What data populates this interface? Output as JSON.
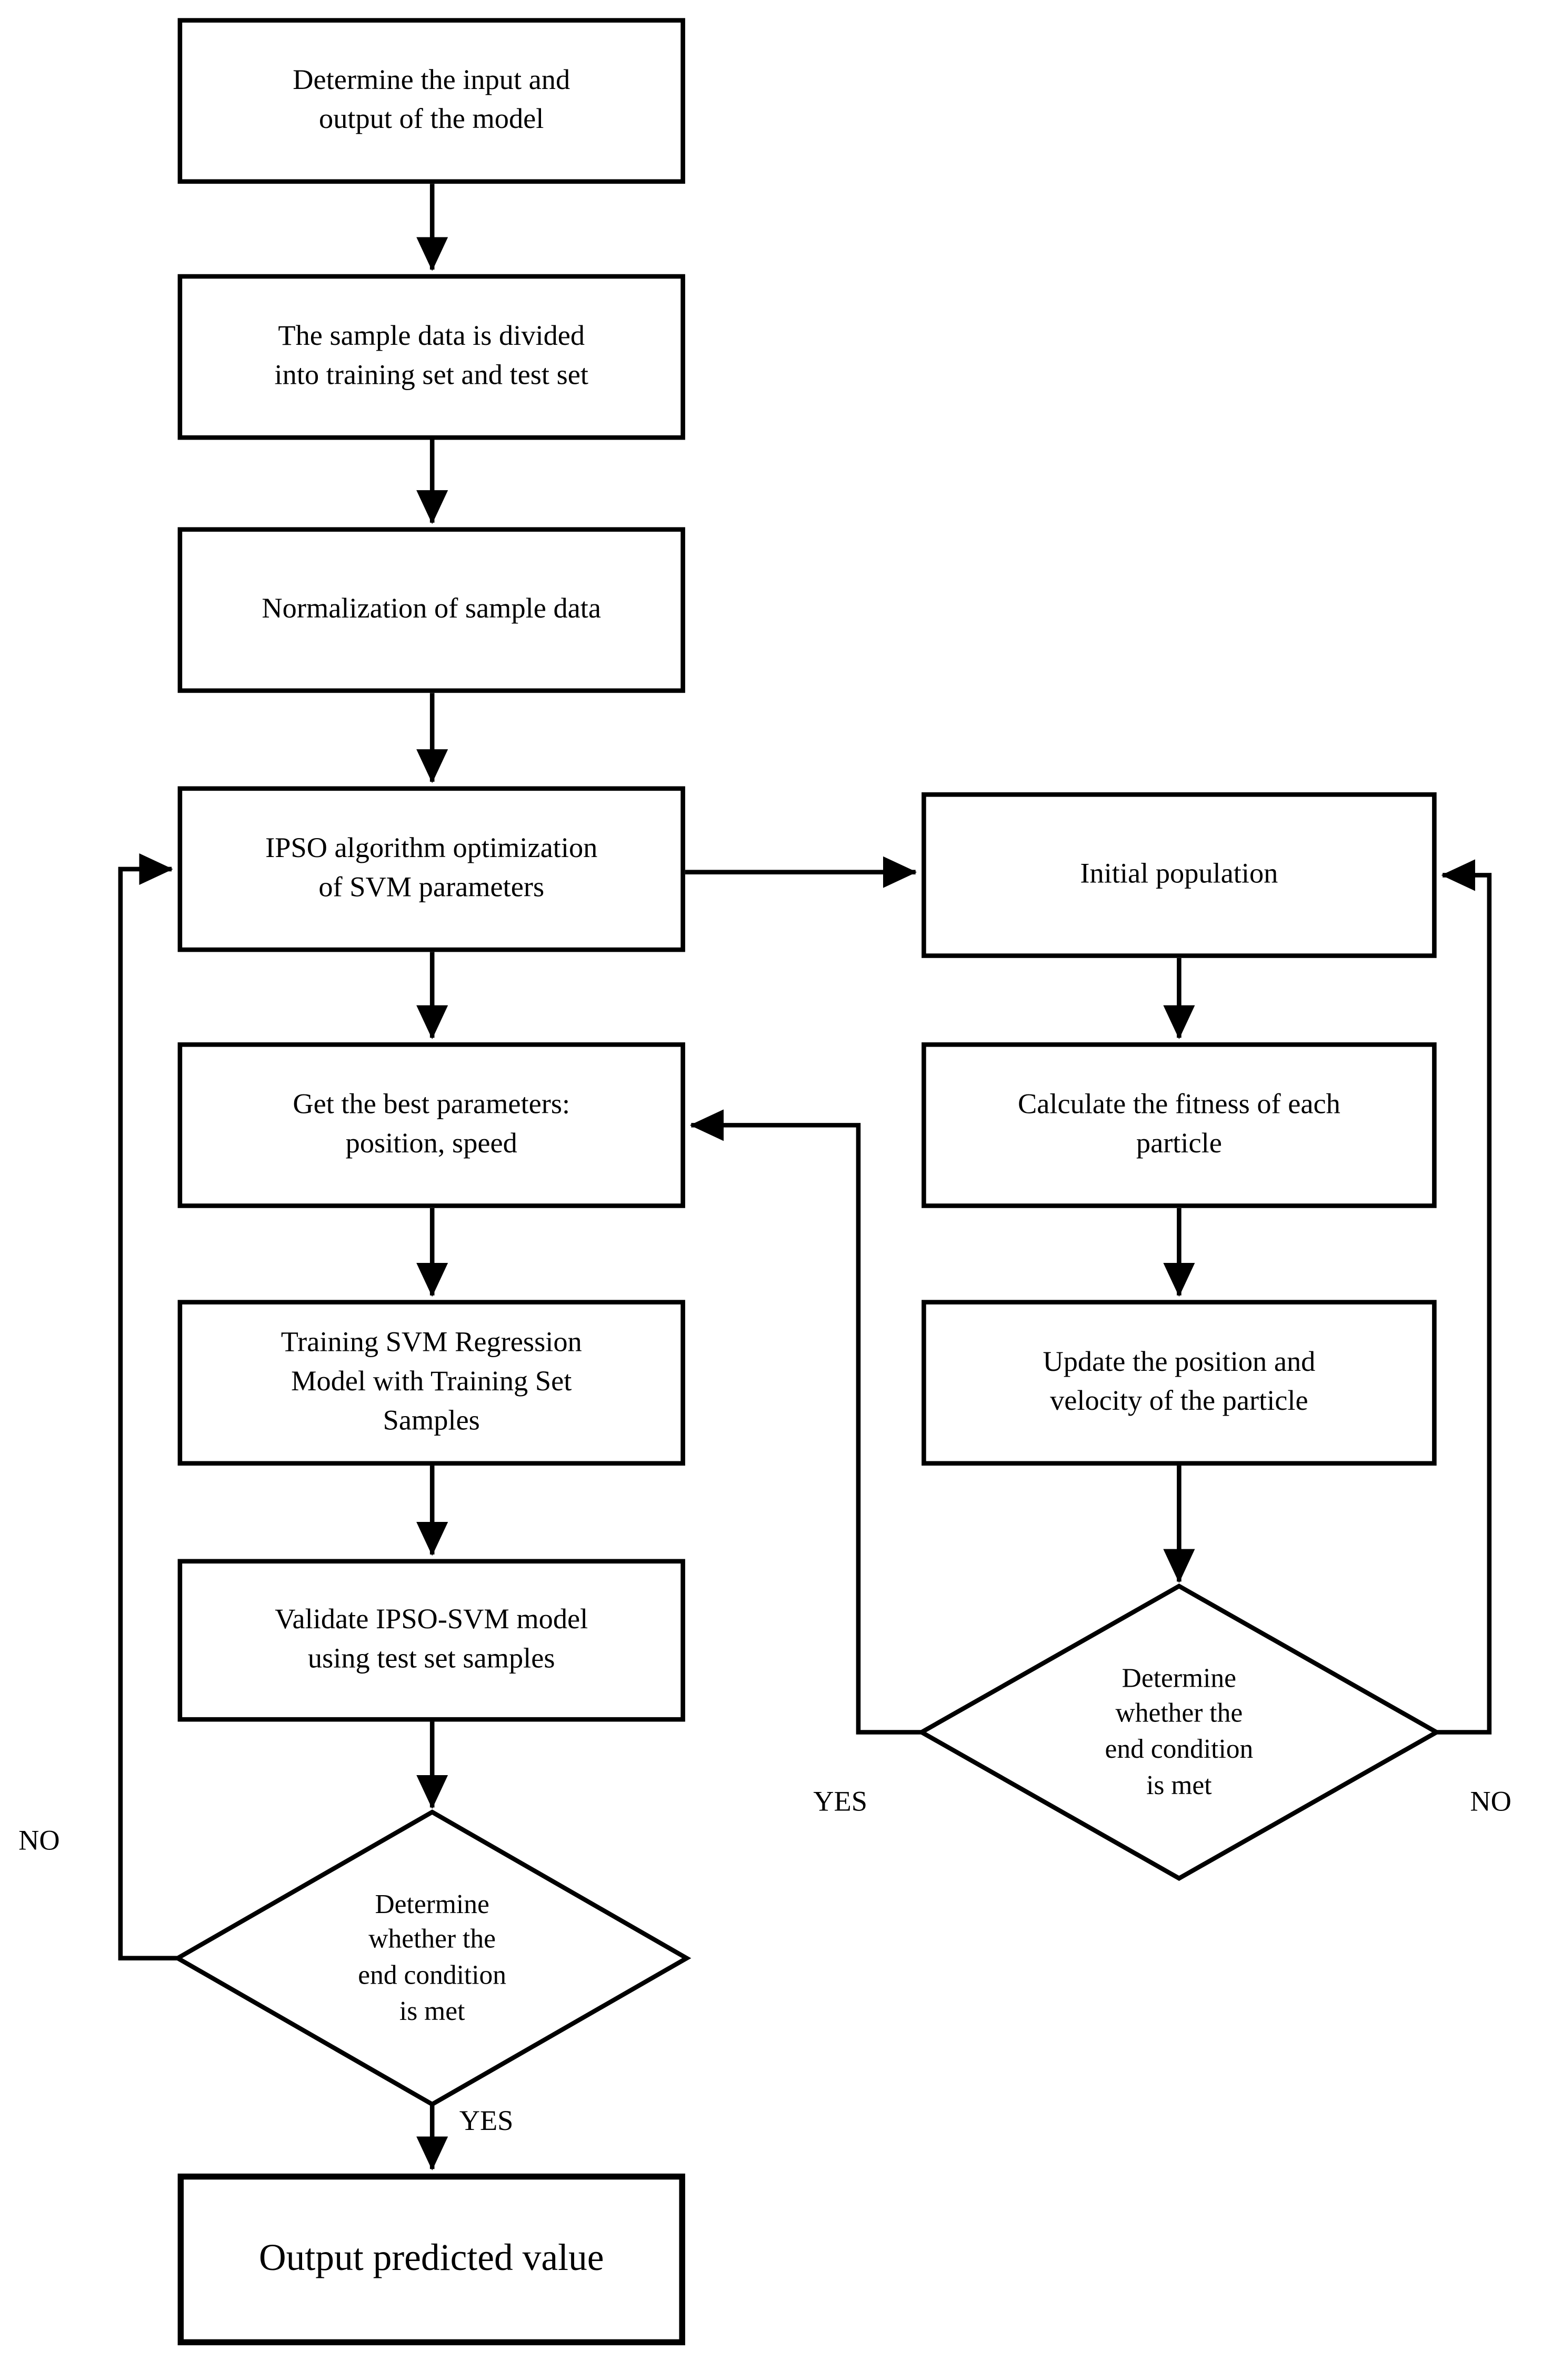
{
  "nodes": {
    "left": [
      {
        "label": "Determine the input and\noutput of the model"
      },
      {
        "label": "The sample data is divided\ninto training set and test set"
      },
      {
        "label": "Normalization of sample data"
      },
      {
        "label": "IPSO algorithm optimization\nof SVM parameters"
      },
      {
        "label": "Get the best parameters:\nposition, speed"
      },
      {
        "label": "Training SVM Regression\nModel with Training Set\nSamples"
      },
      {
        "label": "Validate IPSO-SVM model\nusing test set samples"
      }
    ],
    "left_decision": {
      "label": "Determine\nwhether the\nend condition\nis met"
    },
    "output": {
      "label": "Output predicted value"
    },
    "right": [
      {
        "label": "Initial population"
      },
      {
        "label": "Calculate the fitness of each\nparticle"
      },
      {
        "label": "Update the position and\nvelocity of the particle"
      }
    ],
    "right_decision": {
      "label": "Determine\nwhether the\nend condition\nis met"
    }
  },
  "branch_labels": {
    "left_no": "NO",
    "left_yes": "YES",
    "right_yes": "YES",
    "right_no": "NO"
  },
  "colors": {
    "ink": "#000000",
    "paper": "#ffffff"
  }
}
